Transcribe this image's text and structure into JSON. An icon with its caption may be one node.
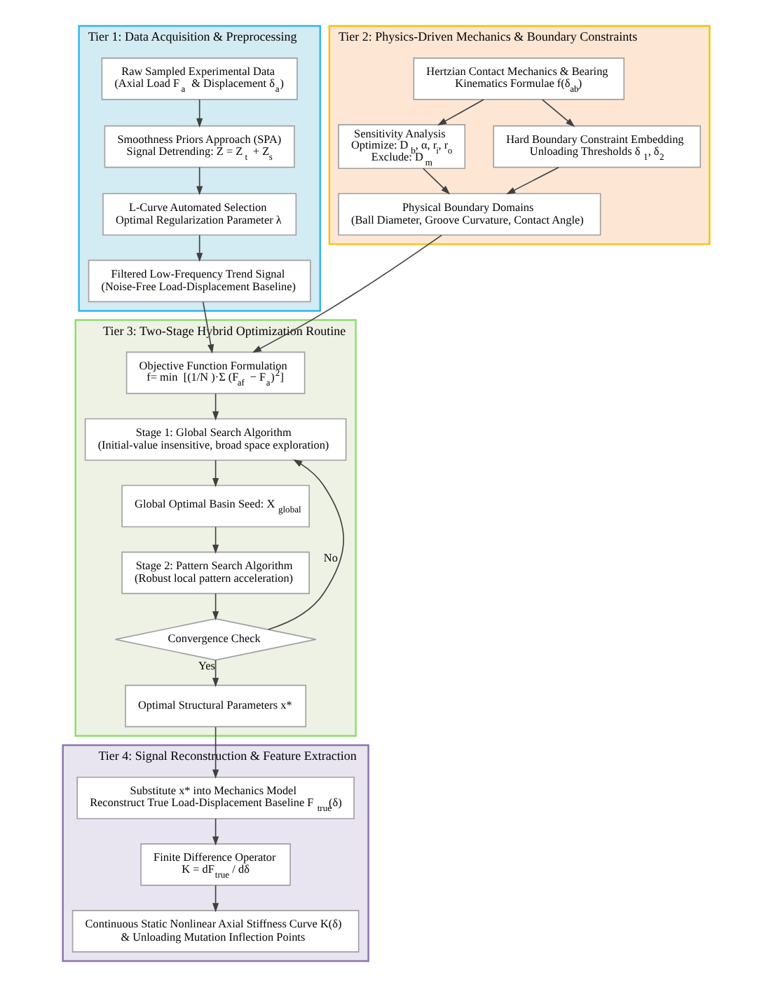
{
  "diagram": {
    "nodes": [
      {
        "text": [
          "Tier 1: Data Acquisition & Preprocessing"
        ]
      },
      {
        "text": [
          "Raw Sampled Experimental Data",
          "(Axial Load F$_{a}$ & Displacement δ$_{a}$)"
        ],
        "in": 0
      },
      {
        "text": [
          "Smoothness Priors Approach (SPA)",
          "Signal Detrending: Z = Z$_{t}$ + Z$_{s}$"
        ],
        "in": 0
      },
      {
        "text": [
          "L-Curve Automated Selection",
          "Optimal Regularization Parameter λ"
        ],
        "in": 0
      },
      {
        "text": [
          "Filtered Low-Frequency Trend Signal",
          "(Noise-Free Load-Displacement Baseline)"
        ],
        "in": 0
      },
      {
        "text": [
          "Tier 2: Physics-Driven Mechanics & Boundary Constraints"
        ]
      },
      {
        "text": [
          "Hertzian Contact Mechanics & Bearing",
          "Kinematics Formulae f(δ$_{ab}$)"
        ],
        "in": 5
      },
      {
        "text": [
          "Sensitivity Analysis",
          "Optimize: D$_{b}$, α, r$_{i}$, r$_{o}$",
          "Exclude: D$_{m}$"
        ],
        "in": 5
      },
      {
        "text": [
          "Hard Boundary Constraint Embedding",
          "Unloading Thresholds δ$_{1}$, δ$_{2}$"
        ],
        "in": 5
      },
      {
        "text": [
          "Physical Boundary Domains",
          "(Ball Diameter, Groove Curvature, Contact Angle)"
        ],
        "in": 5
      },
      {
        "text": [
          "Tier 3: Two-Stage Hybrid Optimization Routine"
        ]
      },
      {
        "text": [
          "Objective Function Formulation",
          "f= min  [(1/N )·Σ (F$_{af}$ − F$_{a}$)$^{2}$]"
        ],
        "in": 10
      },
      {
        "text": [
          "Stage 1: Global Search Algorithm",
          "(Initial-value insensitive, broad space exploration)"
        ],
        "in": 10
      },
      {
        "text": [
          "Global Optimal Basin Seed: X$_{global}$"
        ],
        "in": 10
      },
      {
        "text": [
          "Stage 2: Pattern Search Algorithm",
          "(Robust local pattern acceleration)"
        ],
        "in": 10
      },
      {
        "text": [
          "Convergence Check"
        ],
        "in": 10
      },
      {
        "text": [
          "Optimal Structural Parameters x*"
        ],
        "in": 10
      },
      {
        "text": [
          "Tier 4: Signal Reconstruction & Feature Extraction"
        ]
      },
      {
        "text": [
          "Substitute x* into Mechanics Model",
          "Reconstruct True Load-Displacement Baseline F$_{true}$(δ)"
        ],
        "in": 17
      },
      {
        "text": [
          "Finite Difference Operator",
          "K = dF$_{true}$ / dδ"
        ],
        "in": 17
      },
      {
        "text": [
          "Continuous Static Nonlinear Axial Stiffness Curve K(δ)",
          "& Unloading Mutation Inflection Points"
        ],
        "in": 17
      }
    ],
    "edges": [
      {
        "from": 1,
        "to": 2,
        "arrow": "to"
      },
      {
        "from": 2,
        "to": 3,
        "arrow": "to"
      },
      {
        "from": 3,
        "to": 4,
        "arrow": "to"
      },
      {
        "from": 6,
        "to": 7,
        "arrow": "to"
      },
      {
        "from": 6,
        "to": 8,
        "arrow": "to"
      },
      {
        "from": 7,
        "to": 9,
        "arrow": "to"
      },
      {
        "from": 8,
        "to": 9,
        "arrow": "to"
      },
      {
        "from": 4,
        "to": 11,
        "arrow": "to"
      },
      {
        "from": 9,
        "to": 11,
        "arrow": "to"
      },
      {
        "from": 11,
        "to": 12,
        "arrow": "to"
      },
      {
        "from": 12,
        "to": 13,
        "arrow": "to"
      },
      {
        "from": 13,
        "to": 14,
        "arrow": "to"
      },
      {
        "from": 14,
        "to": 15,
        "arrow": "to"
      },
      {
        "from": 15,
        "to": 12,
        "arrow": "to",
        "label": "No"
      },
      {
        "from": 15,
        "to": 16,
        "arrow": "to",
        "label": "Yes"
      },
      {
        "from": 16,
        "to": 18,
        "arrow": "to"
      },
      {
        "from": 18,
        "to": 19,
        "arrow": "to"
      },
      {
        "from": 19,
        "to": 20,
        "arrow": "to"
      }
    ]
  }
}
